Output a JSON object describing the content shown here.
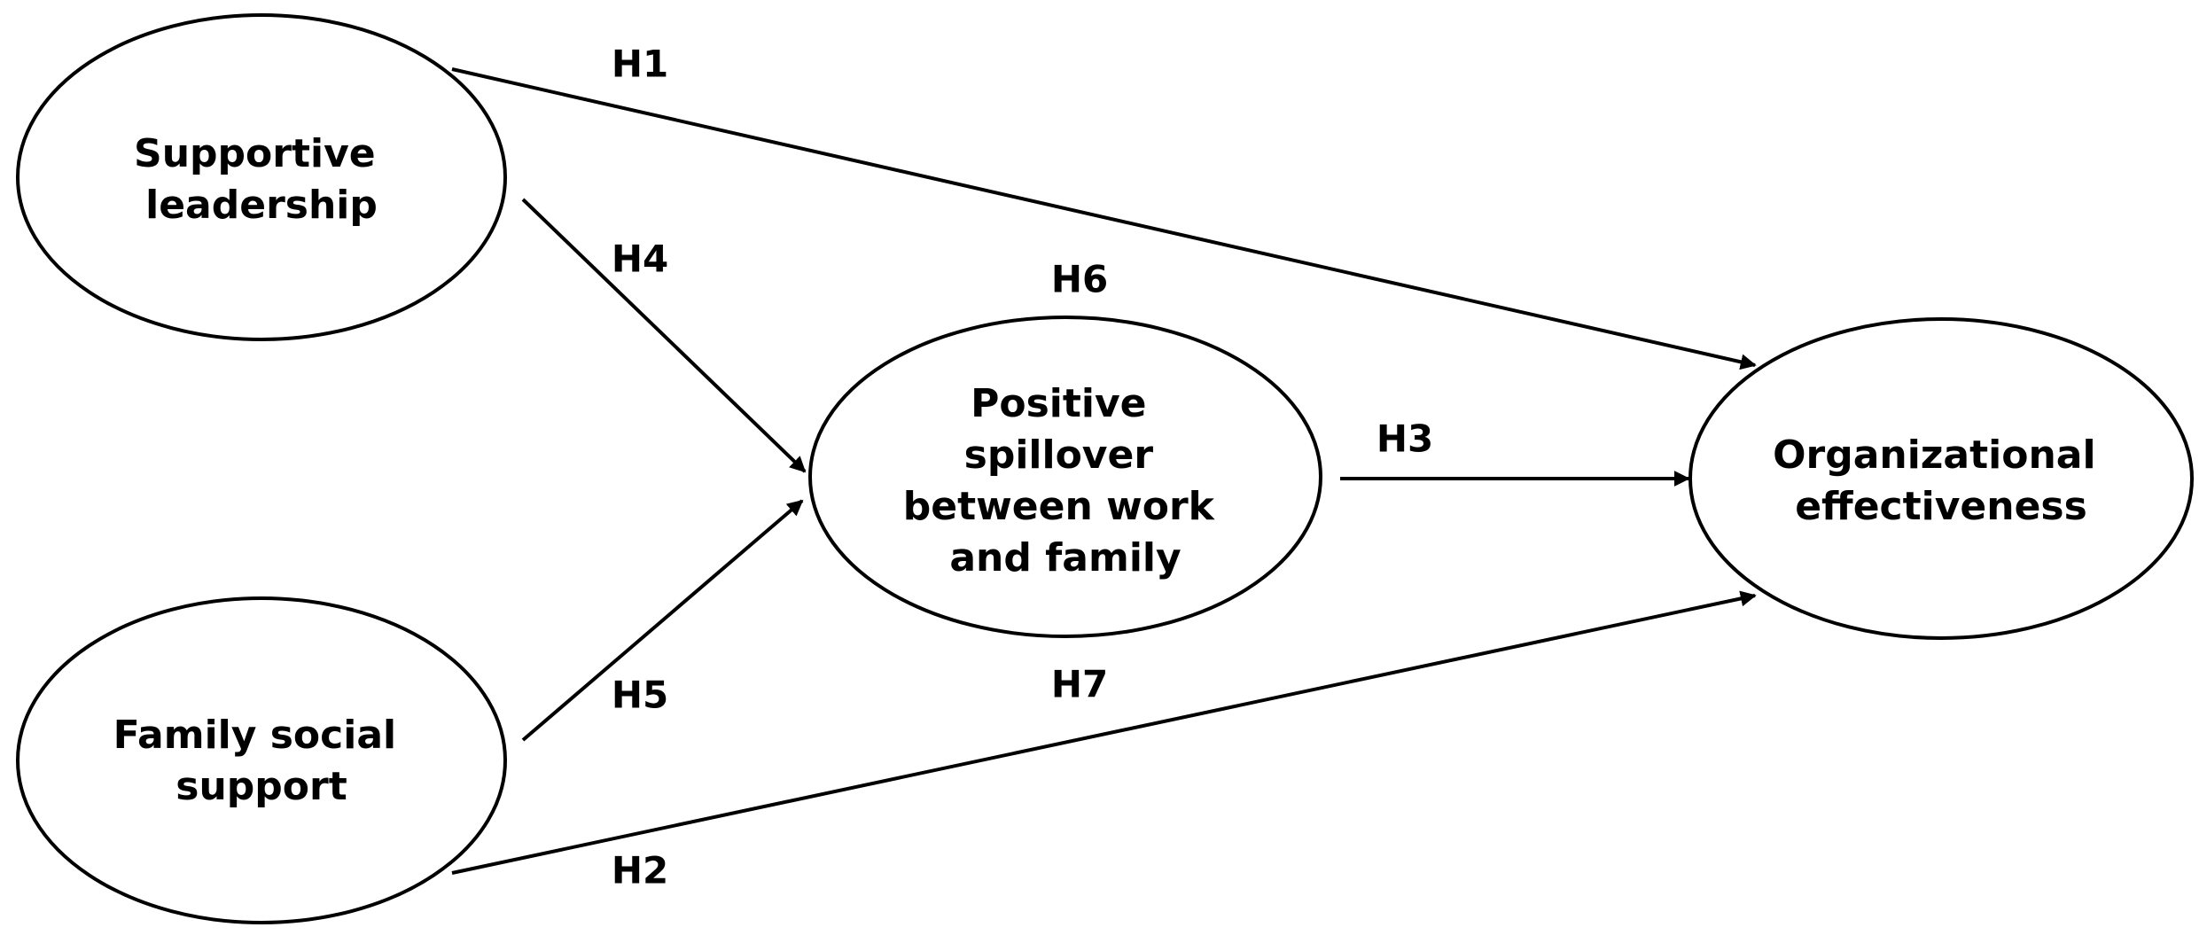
{
  "diagram": {
    "nodes": {
      "supportive_leadership": [
        "Supportive",
        "leadership"
      ],
      "family_social_support": [
        "Family social",
        "support"
      ],
      "positive_spillover": [
        "Positive",
        "spillover",
        "between work",
        "and family"
      ],
      "organizational_effectiveness": [
        "Organizational",
        "effectiveness"
      ]
    },
    "edges": {
      "h1": "H1",
      "h2": "H2",
      "h3": "H3",
      "h4": "H4",
      "h5": "H5",
      "h6": "H6",
      "h7": "H7"
    }
  }
}
